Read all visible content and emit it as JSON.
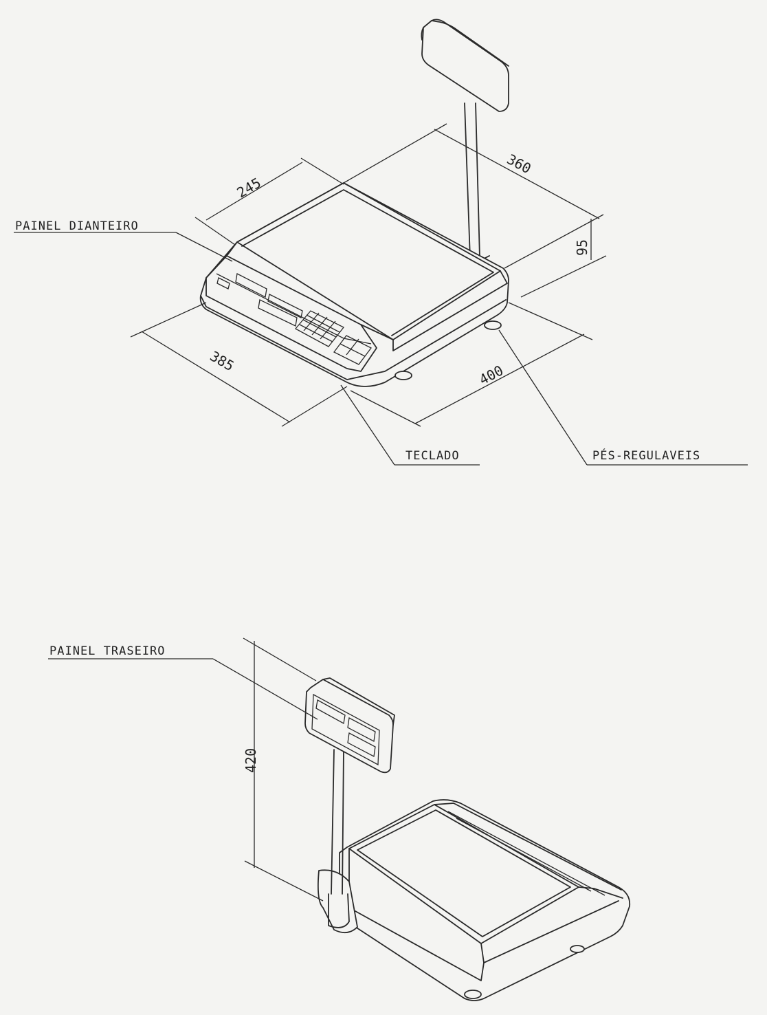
{
  "labels": {
    "front_panel": "PAINEL DIANTEIRO",
    "keypad": "TECLADO",
    "adjustable_feet": "PÉS-REGULAVEIS",
    "rear_panel": "PAINEL TRASEIRO"
  },
  "dimensions": {
    "platter_depth": "245",
    "base_width": "360",
    "height": "95",
    "front_width": "385",
    "side_depth": "400",
    "pole_height": "420"
  }
}
